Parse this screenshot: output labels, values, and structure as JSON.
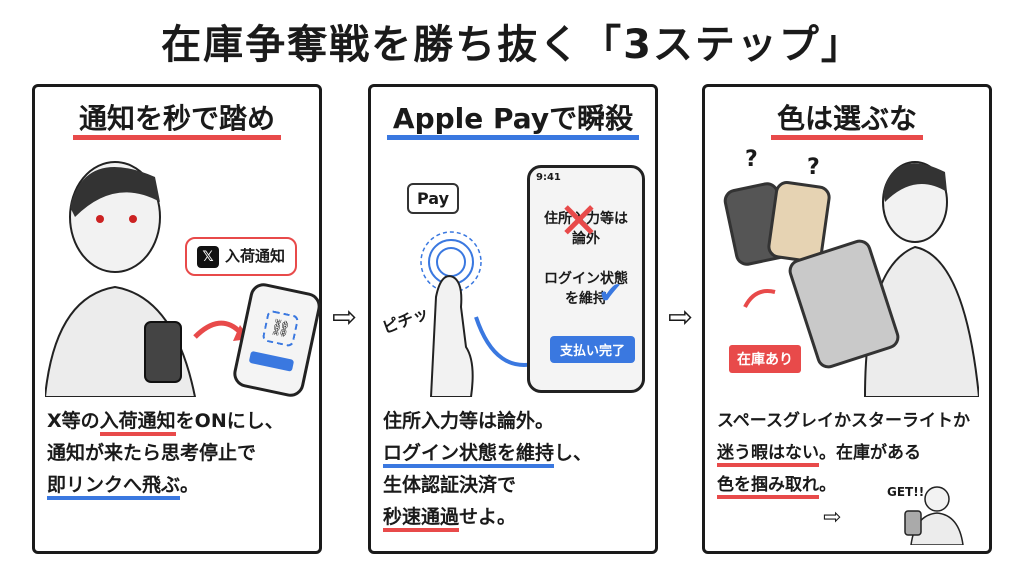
{
  "title": "在庫争奪戦を勝ち抜く「3ステップ」",
  "arrow_glyph": "⇨",
  "panel1": {
    "heading": "通知を秒で踏め",
    "bubble_text": "入荷通知",
    "x_glyph": "𝕏",
    "link_icon": "link-icon",
    "text_lines": [
      {
        "pre": "X等の",
        "hl": "入荷通知",
        "post": "をONにし、"
      },
      {
        "pre": "通知が来たら思考停止で",
        "hl": "",
        "post": ""
      },
      {
        "pre": "",
        "hl": "即リンクへ飛ぶ",
        "post": "。"
      }
    ]
  },
  "panel2": {
    "heading": "Apple Payで瞬殺",
    "pay_badge": " Pay",
    "sfx": "ピチッ",
    "phone_time": "9:41",
    "screen_line1": "住所入力等は",
    "screen_line2": "論外",
    "screen_line3": "ログイン状態",
    "screen_line4": "を維持",
    "pay_button": "支払い完了",
    "text_lines": [
      {
        "pre": "住所入力等は論外。",
        "hl": "",
        "post": ""
      },
      {
        "pre": "",
        "hl": "ログイン状態を維持",
        "post": "し、"
      },
      {
        "pre": "生体認証決済で",
        "hl": "",
        "post": ""
      },
      {
        "pre": "",
        "hl": "秒速通過",
        "post": "せよ。"
      }
    ]
  },
  "panel3": {
    "heading": "色は選ぶな",
    "stock_tag": "在庫あり",
    "get_text": "GET!!",
    "text_lines": [
      {
        "pre": "スペースグレイかスターライトか",
        "hl": "",
        "post": ""
      },
      {
        "pre": "",
        "hl": "迷う暇はない",
        "post": "。在庫がある"
      },
      {
        "pre": "",
        "hl": "色を掴み取れ",
        "post": "。"
      }
    ]
  },
  "colors": {
    "accent_red": "#e84a4a",
    "accent_blue": "#3a78e0"
  }
}
